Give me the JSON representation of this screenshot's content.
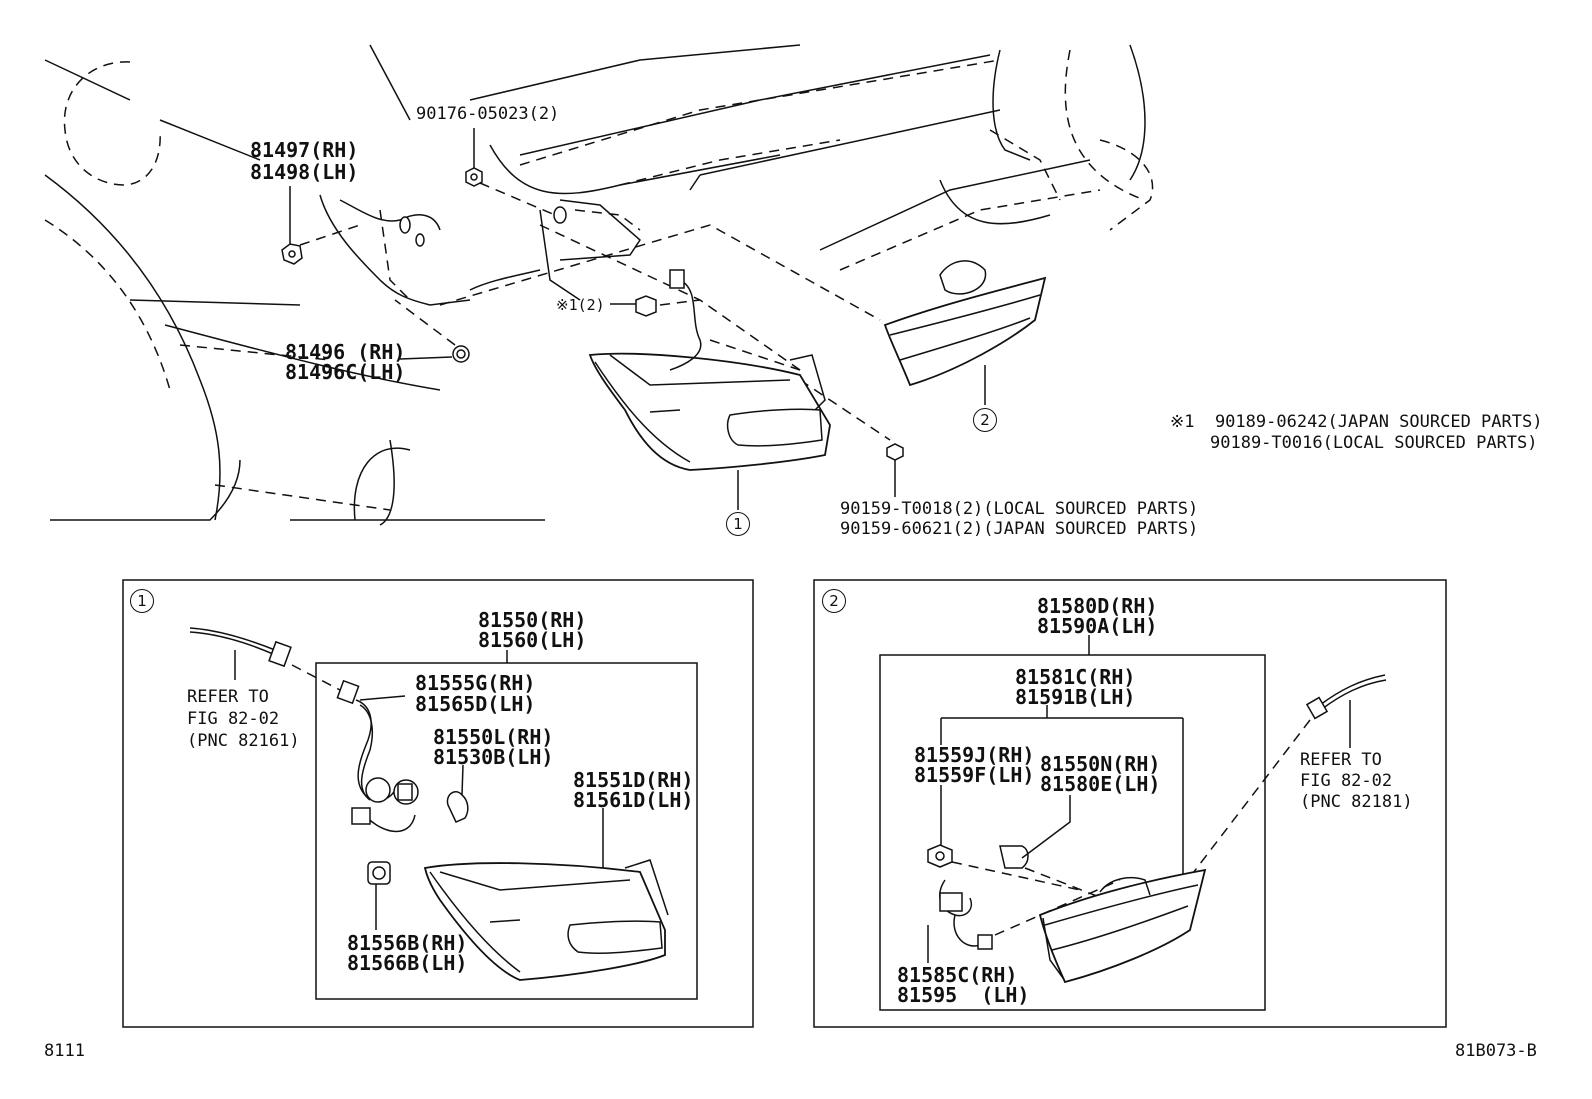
{
  "callouts": {
    "nut_upper": "90176-05023(2)",
    "clip_rh": "81497(RH)",
    "clip_lh": "81498(LH)",
    "cushion_rh": "81496 (RH)",
    "cushion_lh": "81496C(LH)",
    "screw_ref": "※1(2)",
    "screw_local": "90159-T0018(2)(LOCAL SOURCED PARTS)",
    "screw_japan": "90159-60621(2)(JAPAN SOURCED PARTS)",
    "note1_a": "※1  90189-06242(JAPAN SOURCED PARTS)",
    "note1_b": "90189-T0016(LOCAL SOURCED PARTS)",
    "marker1": "1",
    "marker2": "2"
  },
  "box1": {
    "marker": "1",
    "assy_rh": "81550(RH)",
    "assy_lh": "81560(LH)",
    "wire_rh": "81555G(RH)",
    "wire_lh": "81565D(LH)",
    "bulb_rh": "81550L(RH)",
    "bulb_lh": "81530B(LH)",
    "lens_rh": "81551D(RH)",
    "lens_lh": "81561D(LH)",
    "socket_rh": "81556B(RH)",
    "socket_lh": "81566B(LH)",
    "refer1": "REFER TO",
    "refer2": "FIG 82-02",
    "refer3": "(PNC 82161)"
  },
  "box2": {
    "marker": "2",
    "assy_rh": "81580D(RH)",
    "assy_lh": "81590A(LH)",
    "sub_rh": "81581C(RH)",
    "sub_lh": "81591B(LH)",
    "socket_rh": "81559J(RH)",
    "socket_lh": "81559F(LH)",
    "bulb_rh": "81550N(RH)",
    "bulb_lh": "81580E(LH)",
    "wire_rh": "81585C(RH)",
    "wire_lh": "81595  (LH)",
    "refer1": "REFER TO",
    "refer2": "FIG 82-02",
    "refer3": "(PNC 82181)"
  },
  "footer": {
    "left_code": "8111",
    "right_code": "81B073-B"
  }
}
